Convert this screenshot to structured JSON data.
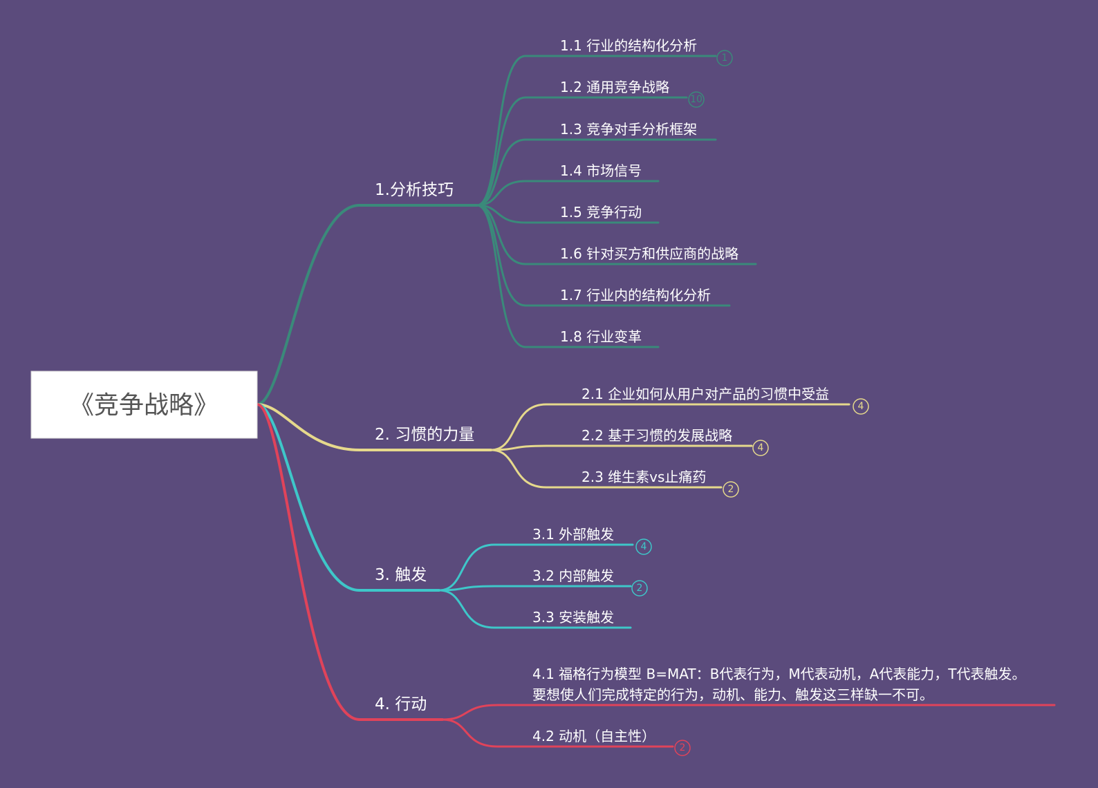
{
  "root": {
    "title": "《竞争战略》"
  },
  "colors": {
    "background": "#5b4b7c",
    "branch1": "#3a8a7a",
    "branch2": "#e6d98c",
    "branch3": "#3ec7c9",
    "branch4": "#e0435a"
  },
  "branches": [
    {
      "id": "b1",
      "label": "1.分析技巧",
      "color_key": "branch1",
      "children": [
        {
          "label": "1.1 行业的结构化分析",
          "badge": "1"
        },
        {
          "label": "1.2 通用竞争战略",
          "badge": "10"
        },
        {
          "label": "1.3 竞争对手分析框架"
        },
        {
          "label": "1.4 市场信号"
        },
        {
          "label": "1.5 竞争行动"
        },
        {
          "label": "1.6 针对买方和供应商的战略"
        },
        {
          "label": "1.7 行业内的结构化分析"
        },
        {
          "label": "1.8 行业变革"
        }
      ]
    },
    {
      "id": "b2",
      "label": "2. 习惯的力量",
      "color_key": "branch2",
      "children": [
        {
          "label": "2.1 企业如何从用户对产品的习惯中受益",
          "badge": "4"
        },
        {
          "label": "2.2 基于习惯的发展战略",
          "badge": "4"
        },
        {
          "label": "2.3 维生素vs止痛药",
          "badge": "2"
        }
      ]
    },
    {
      "id": "b3",
      "label": "3. 触发",
      "color_key": "branch3",
      "children": [
        {
          "label": "3.1 外部触发",
          "badge": "4"
        },
        {
          "label": "3.2 内部触发",
          "badge": "2"
        },
        {
          "label": "3.3 安装触发"
        }
      ]
    },
    {
      "id": "b4",
      "label": "4. 行动",
      "color_key": "branch4",
      "children": [
        {
          "label": "4.1 福格行为模型 B=MAT：B代表行为，M代表动机，A代表能力，T代表触发。",
          "label_line2": "要想使人们完成特定的行为，动机、能力、触发这三样缺一不可。"
        },
        {
          "label": "4.2 动机（自主性）",
          "badge": "2"
        }
      ]
    }
  ]
}
